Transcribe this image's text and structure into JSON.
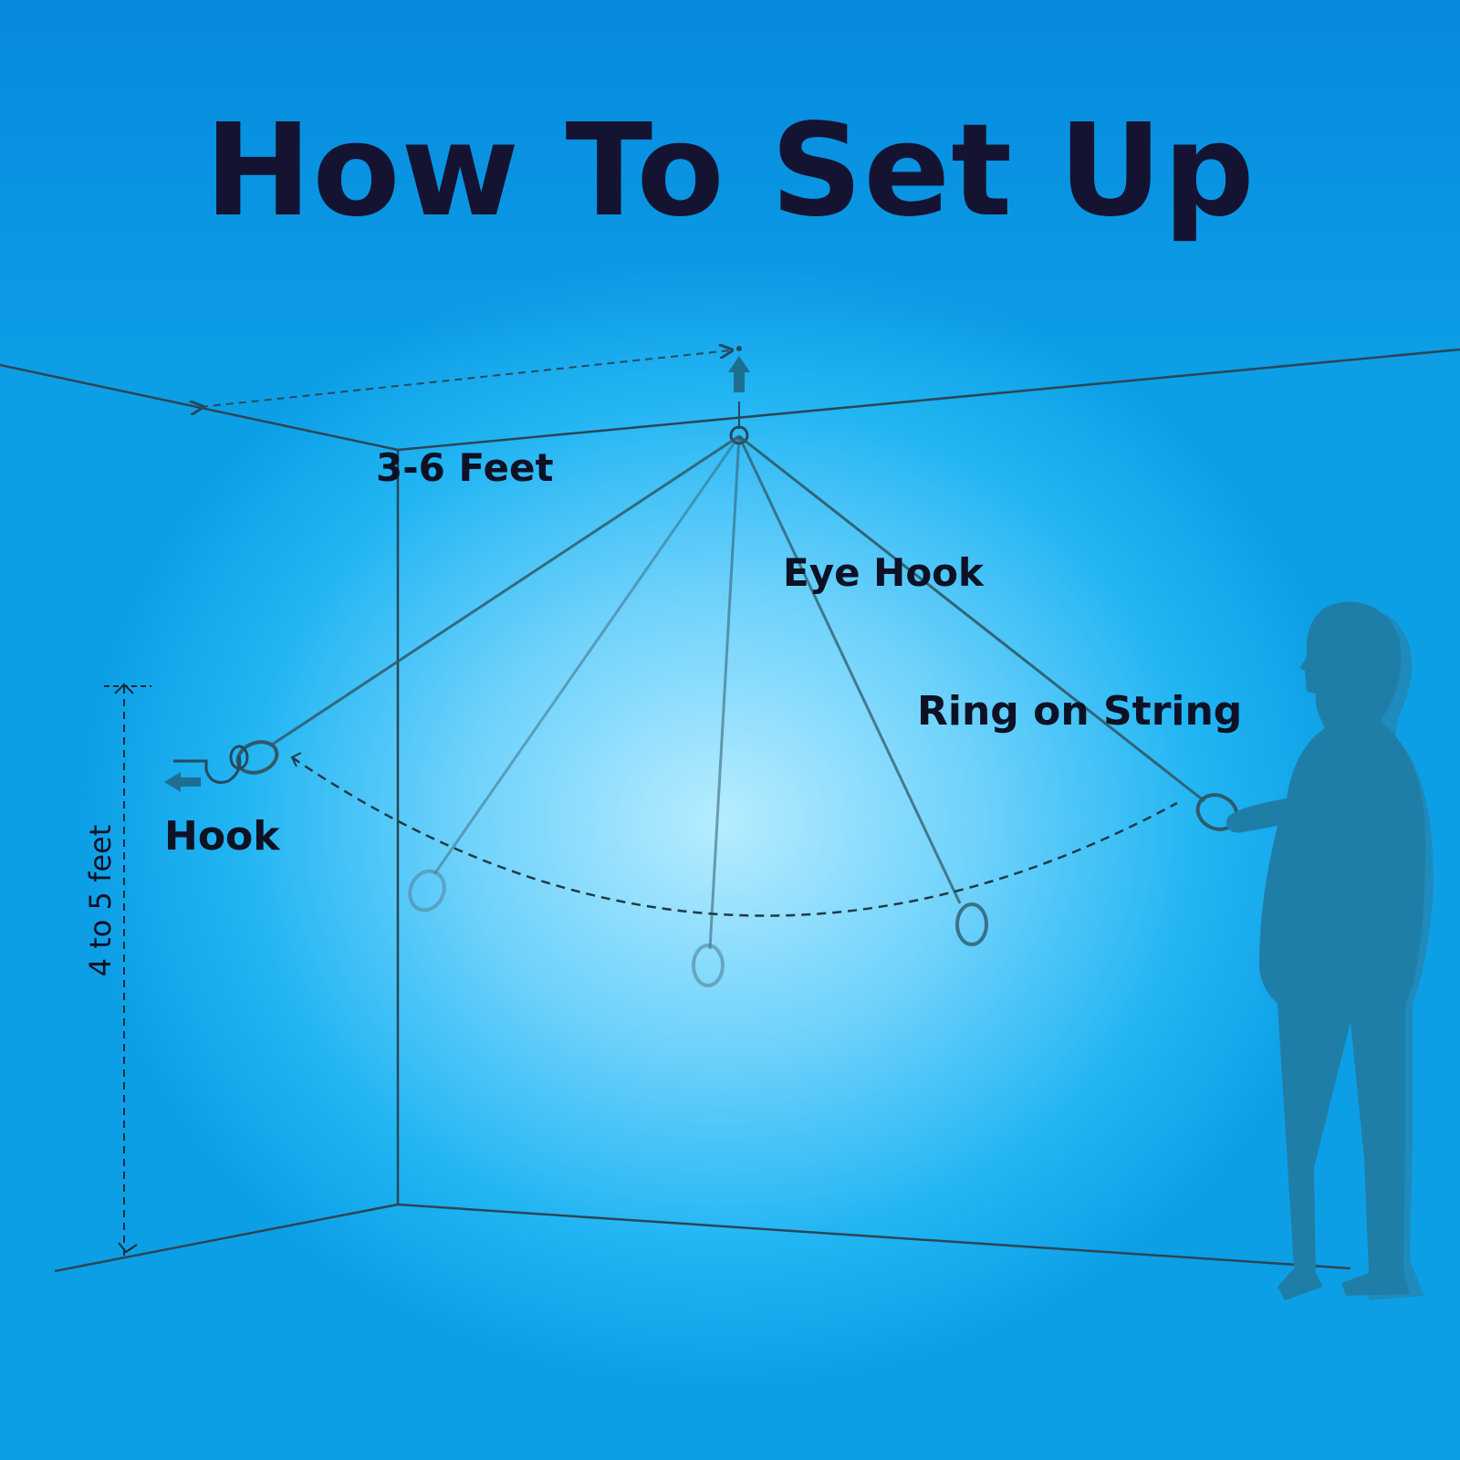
{
  "title": "How To Set Up",
  "labels": {
    "width": "3-6 Feet",
    "eye_hook": "Eye Hook",
    "ring_on_string": "Ring on String",
    "hook": "Hook",
    "height": "4 to 5 feet"
  },
  "colors": {
    "title": "#141432",
    "label": "#0e1124",
    "line": "#234a5e",
    "silhouette": "#1f7ea8",
    "arrow": "#1e6f8f",
    "sky_center": "#b6ecff",
    "sky_edge": "#0d9fe6"
  }
}
